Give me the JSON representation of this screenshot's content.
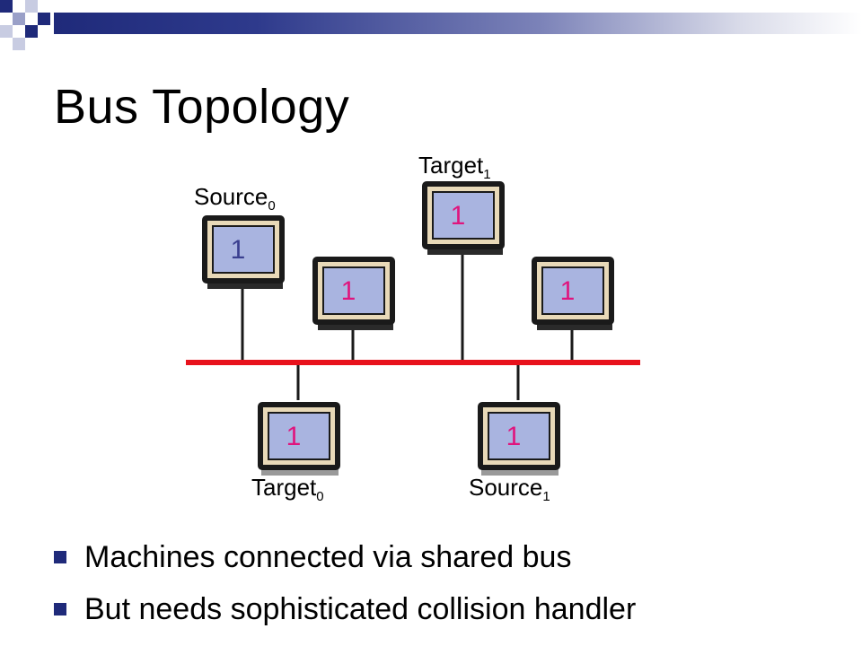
{
  "slide": {
    "title": "Bus Topology"
  },
  "diagram": {
    "labels": {
      "source0": {
        "text": "Source",
        "sub": "0"
      },
      "target1": {
        "text": "Target",
        "sub": "1"
      },
      "target0": {
        "text": "Target",
        "sub": "0"
      },
      "source1": {
        "text": "Source",
        "sub": "1"
      }
    },
    "computers": [
      {
        "id": "source0",
        "screen_text": "1",
        "text_color": "#3a3f8f"
      },
      {
        "id": "node-a",
        "screen_text": "1",
        "text_color": "#e0147d"
      },
      {
        "id": "target1",
        "screen_text": "1",
        "text_color": "#e0147d"
      },
      {
        "id": "node-b",
        "screen_text": "1",
        "text_color": "#e0147d"
      },
      {
        "id": "target0",
        "screen_text": "1",
        "text_color": "#e0147d"
      },
      {
        "id": "source1",
        "screen_text": "1",
        "text_color": "#e0147d"
      }
    ],
    "bus_color": "#e8121c"
  },
  "bullets": [
    "Machines connected via shared bus",
    "But needs sophisticated collision handler"
  ],
  "colors": {
    "accent": "#1f2a7a",
    "screen": "#a9b4e0",
    "frame": "#e8d9b8"
  }
}
